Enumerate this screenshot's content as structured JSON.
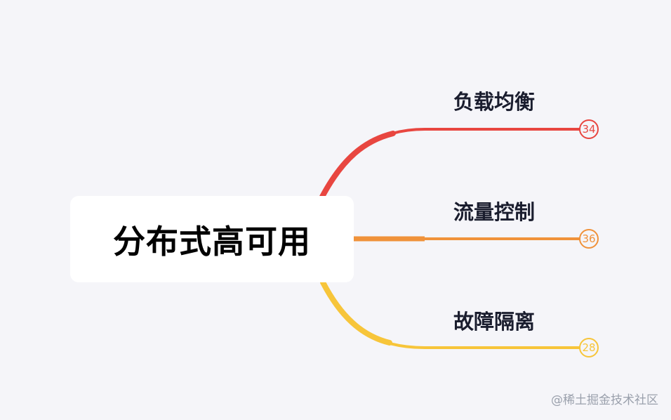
{
  "mindmap": {
    "root": {
      "label": "分布式高可用"
    },
    "branches": [
      {
        "label": "负载均衡",
        "count": "34",
        "color": "#e84640"
      },
      {
        "label": "流量控制",
        "count": "36",
        "color": "#f0923a"
      },
      {
        "label": "故障隔离",
        "count": "28",
        "color": "#f7c53a"
      }
    ]
  },
  "watermark": "@稀土掘金技术社区"
}
